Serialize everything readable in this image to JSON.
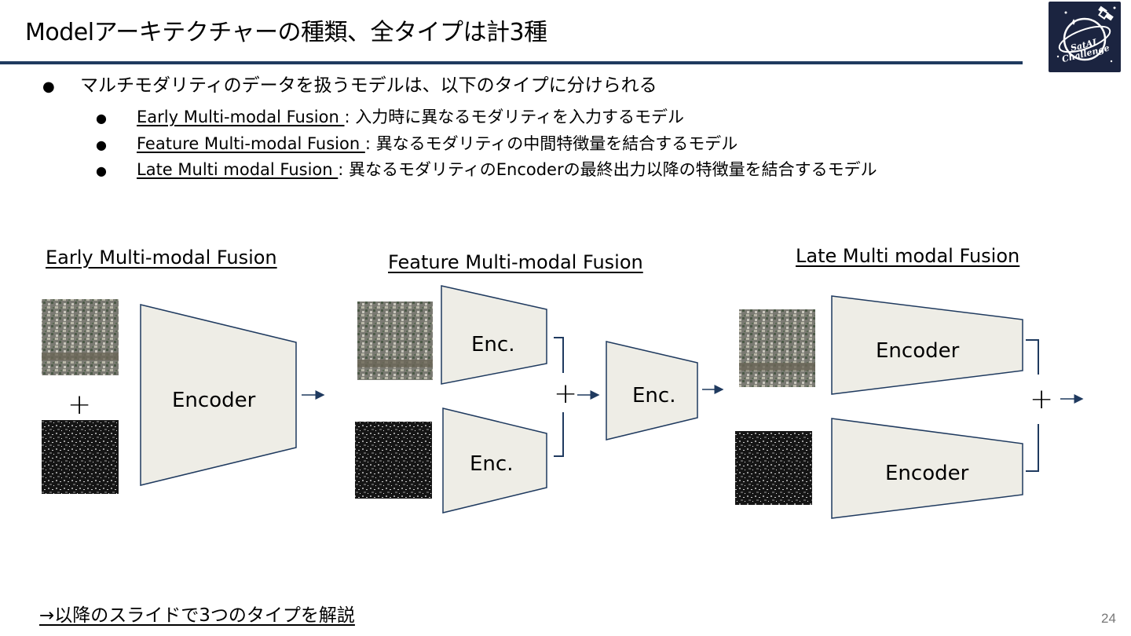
{
  "header": {
    "title": "Modelアーキテクチャーの種類、全タイプは計3種",
    "logo_text_line1": "SatAI",
    "logo_text_line2": "Challenge",
    "accent": "#1f3a5f"
  },
  "bullets": {
    "intro": "マルチモダリティのデータを扱うモデルは、以下のタイプに分けられる",
    "items": [
      {
        "term": "Early Multi-modal Fusion ",
        "desc": ": 入力時に異なるモダリティを入力するモデル"
      },
      {
        "term": "Feature Multi-modal Fusion ",
        "desc": ": 異なるモダリティの中間特徴量を結合するモデル"
      },
      {
        "term": "Late Multi modal Fusion ",
        "desc": ": 異なるモダリティのEncoderの最終出力以降の特徴量を結合するモデル"
      }
    ]
  },
  "diagram": {
    "early": {
      "title": "Early Multi-modal Fusion",
      "plus": "+",
      "encoder_label": "Encoder"
    },
    "feature": {
      "title": "Feature Multi-modal Fusion",
      "enc_top": "Enc.",
      "enc_bottom": "Enc.",
      "enc_merge": "Enc.",
      "plus": "+"
    },
    "late": {
      "title": "Late Multi modal Fusion",
      "encoder_top": "Encoder",
      "encoder_bottom": "Encoder",
      "plus": "+"
    },
    "colors": {
      "encoder_fill": "#eeede6",
      "encoder_stroke": "#1f3a5f",
      "arrow": "#1f3a5f"
    }
  },
  "footer": {
    "link_text": "→以降のスライドで3つのタイプを解説",
    "page_number": "24"
  }
}
